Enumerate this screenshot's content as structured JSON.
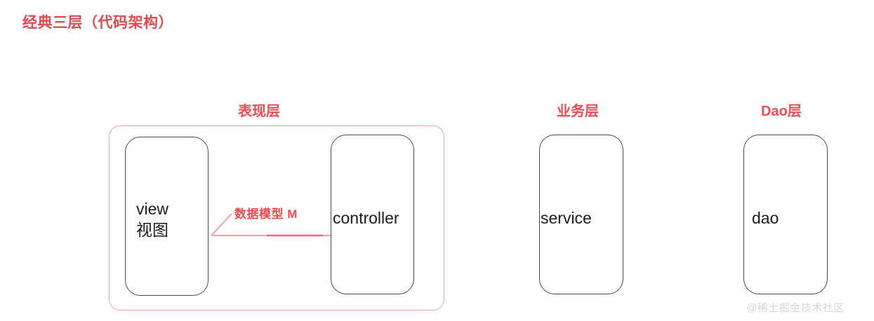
{
  "title": "经典三层（代码架构）",
  "theme": {
    "accent_red": "#ee4b52",
    "title_red": "#e2494f",
    "group_border_pink": "#f4a0ac",
    "box_border": "#4a4a4a",
    "box_fill": "#ffffff",
    "text_dark": "#1d1d1d",
    "watermark_gray": "#d4d6d9",
    "background": "#ffffff"
  },
  "layers": [
    {
      "id": "presentation",
      "caption": "表现层"
    },
    {
      "id": "business",
      "caption": "业务层"
    },
    {
      "id": "dao",
      "caption": "Dao层"
    }
  ],
  "boxes": {
    "view": {
      "line1": "view",
      "line2": "视图"
    },
    "controller": {
      "label": "controller"
    },
    "service": {
      "label": "service"
    },
    "dao": {
      "label": "dao"
    }
  },
  "arrow": {
    "label": "数据模型 M",
    "direction": "right-to-left",
    "from": "controller",
    "to": "view"
  },
  "watermark": "@稀土掘金技术社区"
}
